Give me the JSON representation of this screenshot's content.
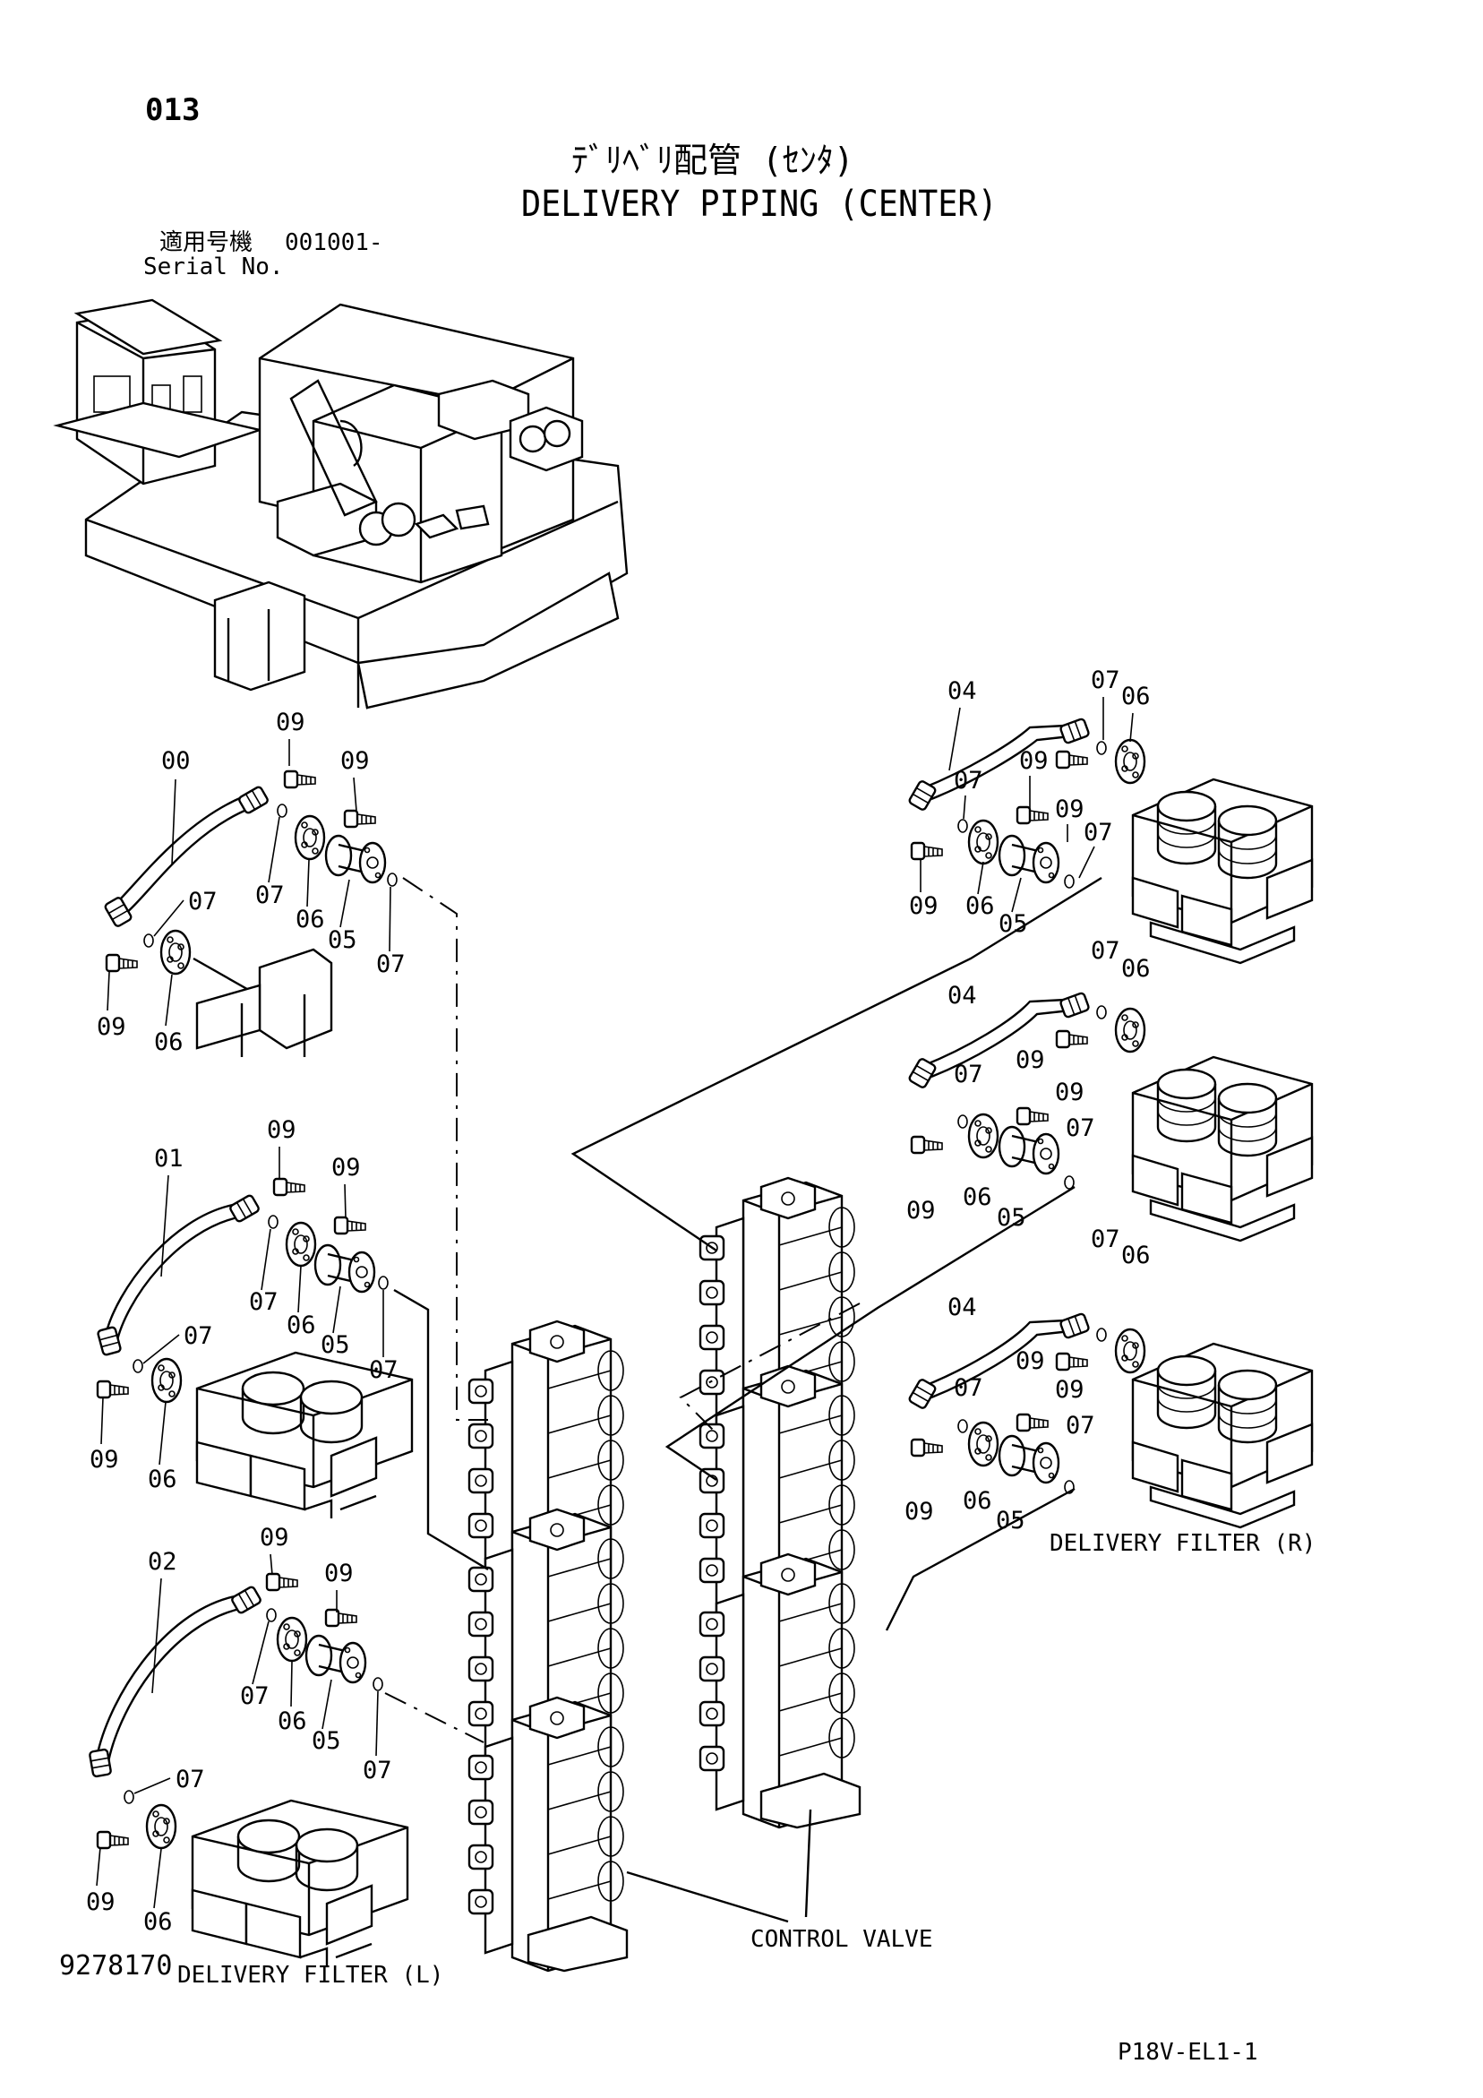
{
  "header": {
    "page_number": "013",
    "title_jp": "ﾃﾞﾘﾍﾞﾘ配管 (ｾﾝﾀ)",
    "title_en": "DELIVERY PIPING (CENTER)",
    "serial_label_jp": "適用号機",
    "serial_value": "001001-",
    "serial_label_en": "Serial No."
  },
  "footer": {
    "drawing_number": "9278170",
    "page_code": "P18V-EL1-1"
  },
  "components": {
    "control_valve": "CONTROL VALVE",
    "delivery_filter_left": "DELIVERY FILTER (L)",
    "delivery_filter_right": "DELIVERY FILTER (R)"
  },
  "callouts": {
    "g1": {
      "hose": "00",
      "bolt_top_a": "09",
      "bolt_top_b": "09",
      "oring_a": "07",
      "flange_a": "06",
      "adapter": "05",
      "oring_b": "07",
      "oring_low": "07",
      "bolt_low": "09",
      "flange_low": "06"
    },
    "g2": {
      "hose": "01",
      "bolt_top_a": "09",
      "bolt_top_b": "09",
      "oring_a": "07",
      "flange_a": "06",
      "adapter": "05",
      "oring_b": "07",
      "oring_low": "07",
      "bolt_low": "09",
      "flange_low": "06"
    },
    "g3": {
      "hose": "02",
      "bolt_top_a": "09",
      "bolt_top_b": "09",
      "oring_a": "07",
      "flange_a": "06",
      "adapter": "05",
      "oring_b": "07",
      "oring_low": "07",
      "bolt_low": "09",
      "flange_low": "06"
    },
    "r1": {
      "hose": "04",
      "oring_top": "07",
      "flange_top": "06",
      "oring_a": "07",
      "bolt_a": "09",
      "bolt_b": "09",
      "oring_b": "07",
      "bolt_low": "09",
      "flange_low": "06",
      "adapter": "05"
    },
    "r2": {
      "hose": "04",
      "oring_top": "07",
      "flange_top": "06",
      "oring_a": "07",
      "bolt_a": "09",
      "bolt_b": "09",
      "oring_b": "07",
      "bolt_low": "09",
      "flange_low": "06",
      "adapter": "05"
    },
    "r3": {
      "hose": "04",
      "oring_top": "07",
      "flange_top": "06",
      "oring_a": "07",
      "bolt_a": "09",
      "bolt_b": "09",
      "oring_b": "07",
      "bolt_low": "09",
      "flange_low": "06",
      "adapter": "05"
    }
  }
}
